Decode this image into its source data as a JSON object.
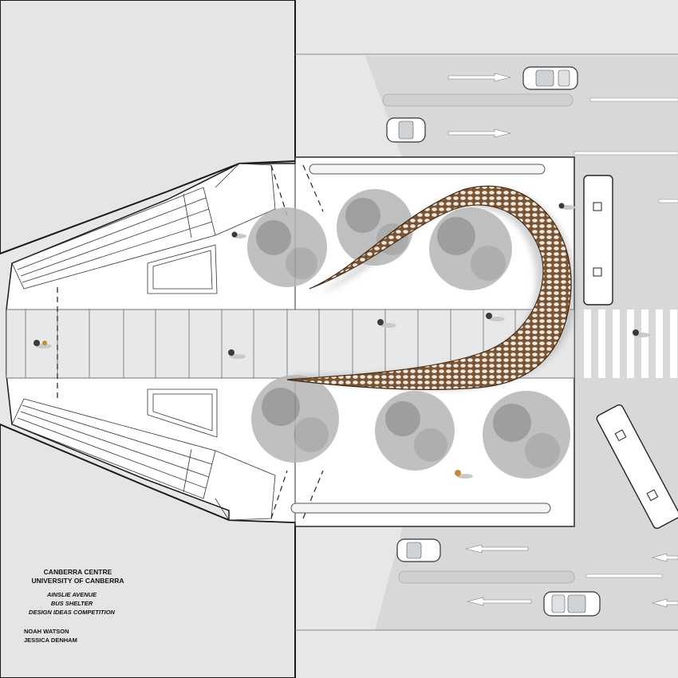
{
  "caption": {
    "organisation_1": "CANBERRA CENTRE",
    "organisation_2": "UNIVERSITY OF CANBERRA",
    "project_1": "AINSLIE AVENUE",
    "project_2": "BUS SHELTER",
    "project_3": "DESIGN IDEAS COMPETITION",
    "author_1": "NOAH WATSON",
    "author_2": "JESSICA DENHAM"
  },
  "colors": {
    "background": "#e6e7e9",
    "road": "#d6d7d9",
    "plaza": "#ffffff",
    "paving_band": "#e7e8ea",
    "canopy": "#6e4a2c",
    "tree": "#a9a9aa",
    "outline": "#1a1a1a"
  }
}
